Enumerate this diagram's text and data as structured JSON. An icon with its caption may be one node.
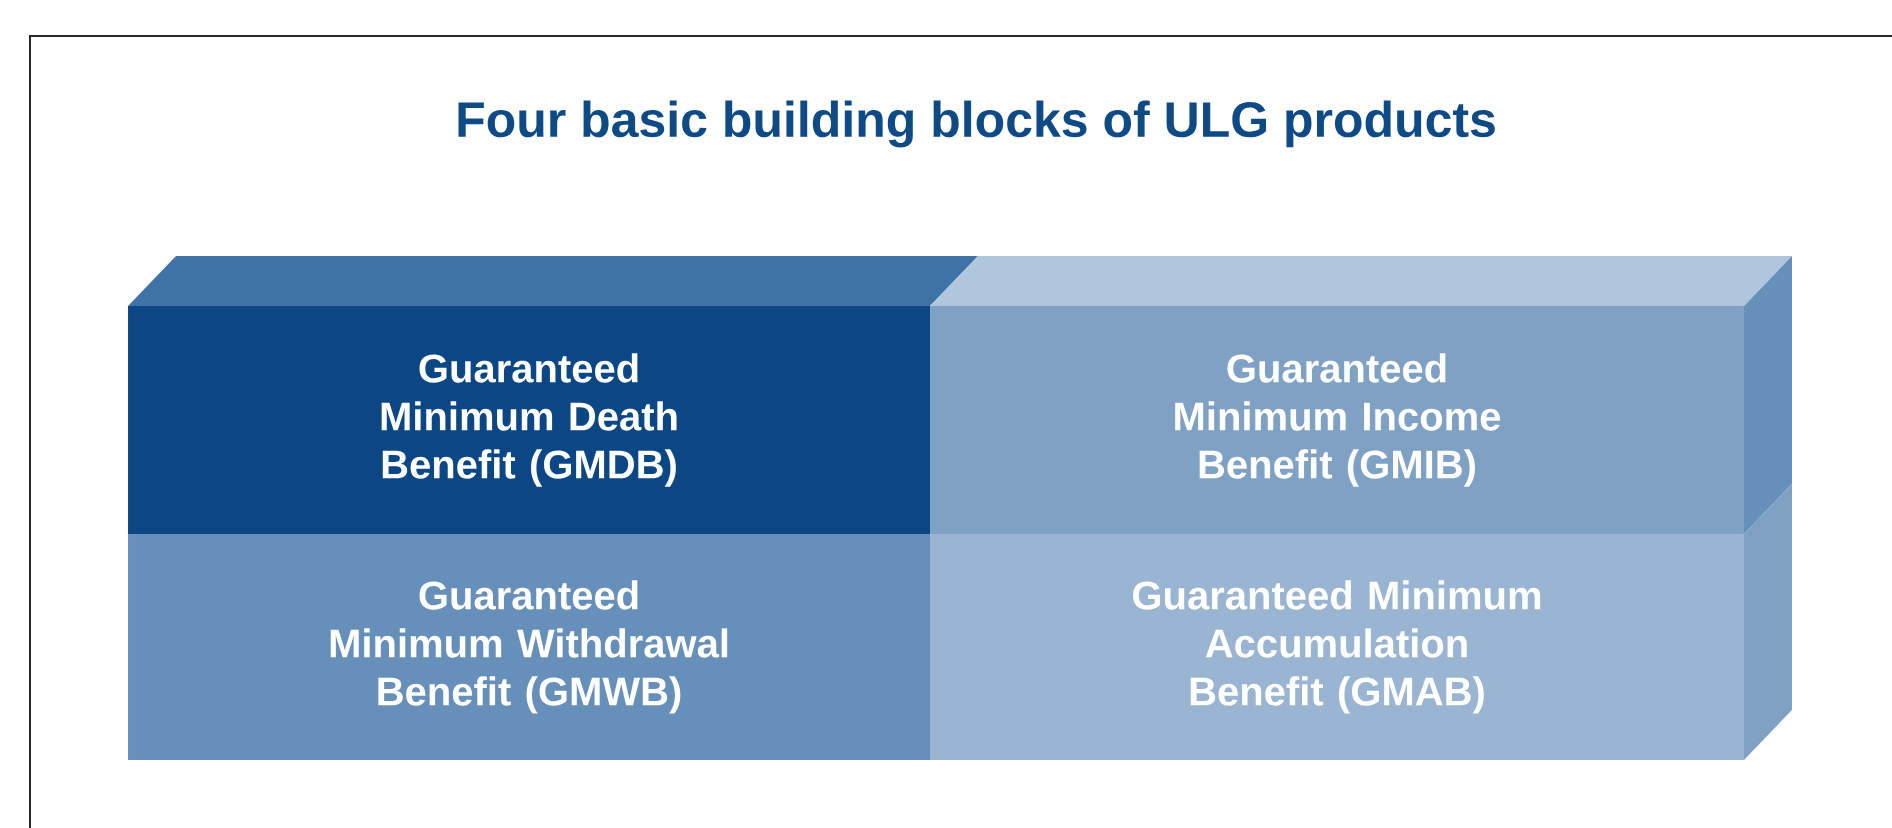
{
  "diagram": {
    "title": "Four basic building blocks of ULG products",
    "nodes": [
      {
        "text": [
          "Guaranteed Minimum Death Benefit (GMDB)"
        ]
      },
      {
        "text": [
          "Guaranteed Minimum Income Benefit (GMIB)"
        ]
      },
      {
        "text": [
          "Guaranteed Minimum Withdrawal Benefit (GMWB)"
        ]
      },
      {
        "text": [
          "Guaranteed Minimum Accumulation Benefit (GMAB)"
        ]
      }
    ]
  }
}
